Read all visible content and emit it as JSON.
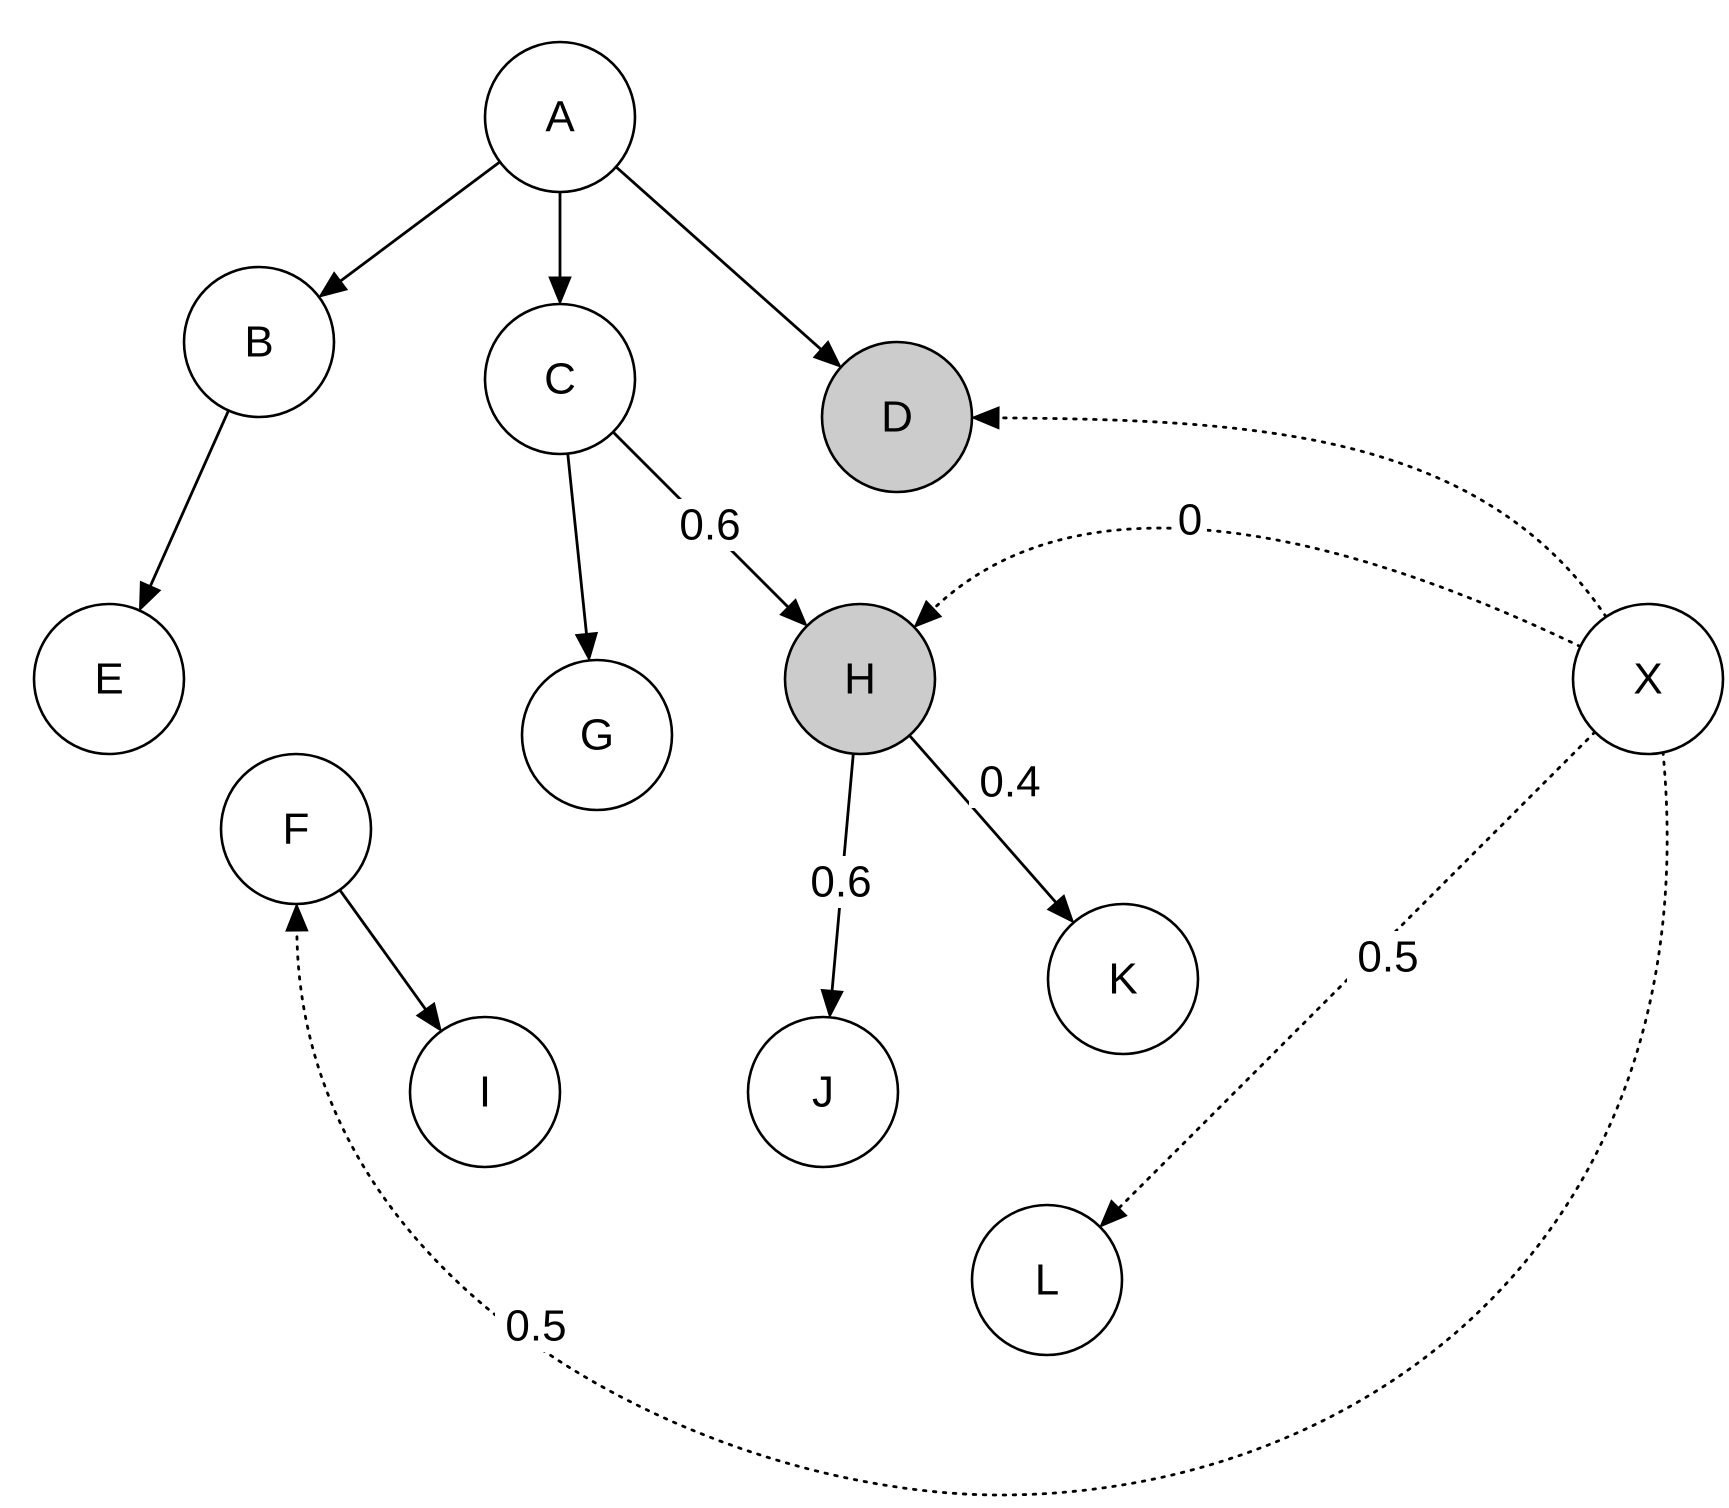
{
  "diagram": {
    "colors": {
      "node_fill": "#ffffff",
      "highlight_fill": "#cccccc",
      "stroke": "#000000"
    },
    "nodes": [
      {
        "id": "A",
        "label": "A",
        "highlighted": false
      },
      {
        "id": "B",
        "label": "B",
        "highlighted": false
      },
      {
        "id": "C",
        "label": "C",
        "highlighted": false
      },
      {
        "id": "D",
        "label": "D",
        "highlighted": true
      },
      {
        "id": "E",
        "label": "E",
        "highlighted": false
      },
      {
        "id": "G",
        "label": "G",
        "highlighted": false
      },
      {
        "id": "H",
        "label": "H",
        "highlighted": true
      },
      {
        "id": "X",
        "label": "X",
        "highlighted": false
      },
      {
        "id": "F",
        "label": "F",
        "highlighted": false
      },
      {
        "id": "I",
        "label": "I",
        "highlighted": false
      },
      {
        "id": "J",
        "label": "J",
        "highlighted": false
      },
      {
        "id": "K",
        "label": "K",
        "highlighted": false
      },
      {
        "id": "L",
        "label": "L",
        "highlighted": false
      }
    ],
    "edges": [
      {
        "id": "A-B",
        "from": "A",
        "to": "B",
        "style": "solid",
        "label": ""
      },
      {
        "id": "A-C",
        "from": "A",
        "to": "C",
        "style": "solid",
        "label": ""
      },
      {
        "id": "A-D",
        "from": "A",
        "to": "D",
        "style": "solid",
        "label": ""
      },
      {
        "id": "B-E",
        "from": "B",
        "to": "E",
        "style": "solid",
        "label": ""
      },
      {
        "id": "C-G",
        "from": "C",
        "to": "G",
        "style": "solid",
        "label": ""
      },
      {
        "id": "C-H",
        "from": "C",
        "to": "H",
        "style": "solid",
        "label": "0.6"
      },
      {
        "id": "H-J",
        "from": "H",
        "to": "J",
        "style": "solid",
        "label": "0.6"
      },
      {
        "id": "H-K",
        "from": "H",
        "to": "K",
        "style": "solid",
        "label": "0.4"
      },
      {
        "id": "F-I",
        "from": "F",
        "to": "I",
        "style": "solid",
        "label": ""
      },
      {
        "id": "X-D",
        "from": "X",
        "to": "D",
        "style": "dotted",
        "label": ""
      },
      {
        "id": "X-H",
        "from": "X",
        "to": "H",
        "style": "dotted",
        "label": "0"
      },
      {
        "id": "X-L",
        "from": "X",
        "to": "L",
        "style": "dotted",
        "label": "0.5"
      },
      {
        "id": "X-F",
        "from": "X",
        "to": "F",
        "style": "dotted",
        "label": "0.5"
      }
    ]
  }
}
